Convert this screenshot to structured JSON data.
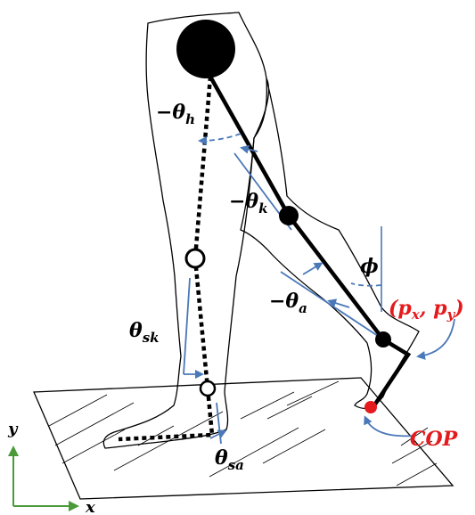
{
  "labels": {
    "theta_h": {
      "main": "−θ",
      "sub": "h"
    },
    "theta_k": {
      "main": "−θ",
      "sub": "k"
    },
    "theta_a": {
      "main": "−θ",
      "sub": "a"
    },
    "theta_sk": {
      "main": "θ",
      "sub": "sk"
    },
    "theta_sa": {
      "main": "θ",
      "sub": "sa"
    },
    "phi": "ϕ",
    "pxpy": {
      "open": "(",
      "p1": "p",
      "s1": "x",
      "comma": ", ",
      "p2": "p",
      "s2": "y",
      "close": ")"
    },
    "cop": "COP",
    "axis_x": "x",
    "axis_y": "y"
  },
  "colors": {
    "outline": "#000000",
    "accent_blue": "#4a78b8",
    "red": "#e41a1c",
    "axis_green": "#4a9a3a"
  },
  "icons": {
    "hip_joint": "filled-circle",
    "knee_joint": "filled-circle",
    "ankle_joint": "filled-circle",
    "stance_knee": "hollow-circle",
    "stance_ankle": "hollow-circle",
    "cop_point": "red-dot"
  }
}
